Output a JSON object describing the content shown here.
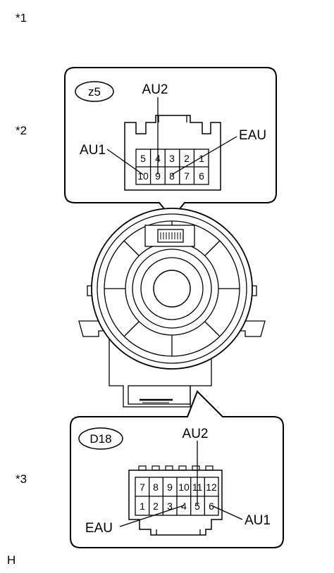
{
  "markers": {
    "m1": "*1",
    "m2": "*2",
    "m3": "*3",
    "footer": "H"
  },
  "connector_z5": {
    "id": "z5",
    "top_pins": [
      "5",
      "4",
      "3",
      "2",
      "1"
    ],
    "bottom_pins": [
      "10",
      "9",
      "8",
      "7",
      "6"
    ],
    "labels": {
      "au2": "AU2",
      "au1": "AU1",
      "eau": "EAU"
    }
  },
  "connector_d18": {
    "id": "D18",
    "top_pins": [
      "7",
      "8",
      "9",
      "10",
      "11",
      "12"
    ],
    "bottom_pins": [
      "1",
      "2",
      "3",
      "4",
      "5",
      "6"
    ],
    "labels": {
      "au2": "AU2",
      "au1": "AU1",
      "eau": "EAU"
    }
  }
}
